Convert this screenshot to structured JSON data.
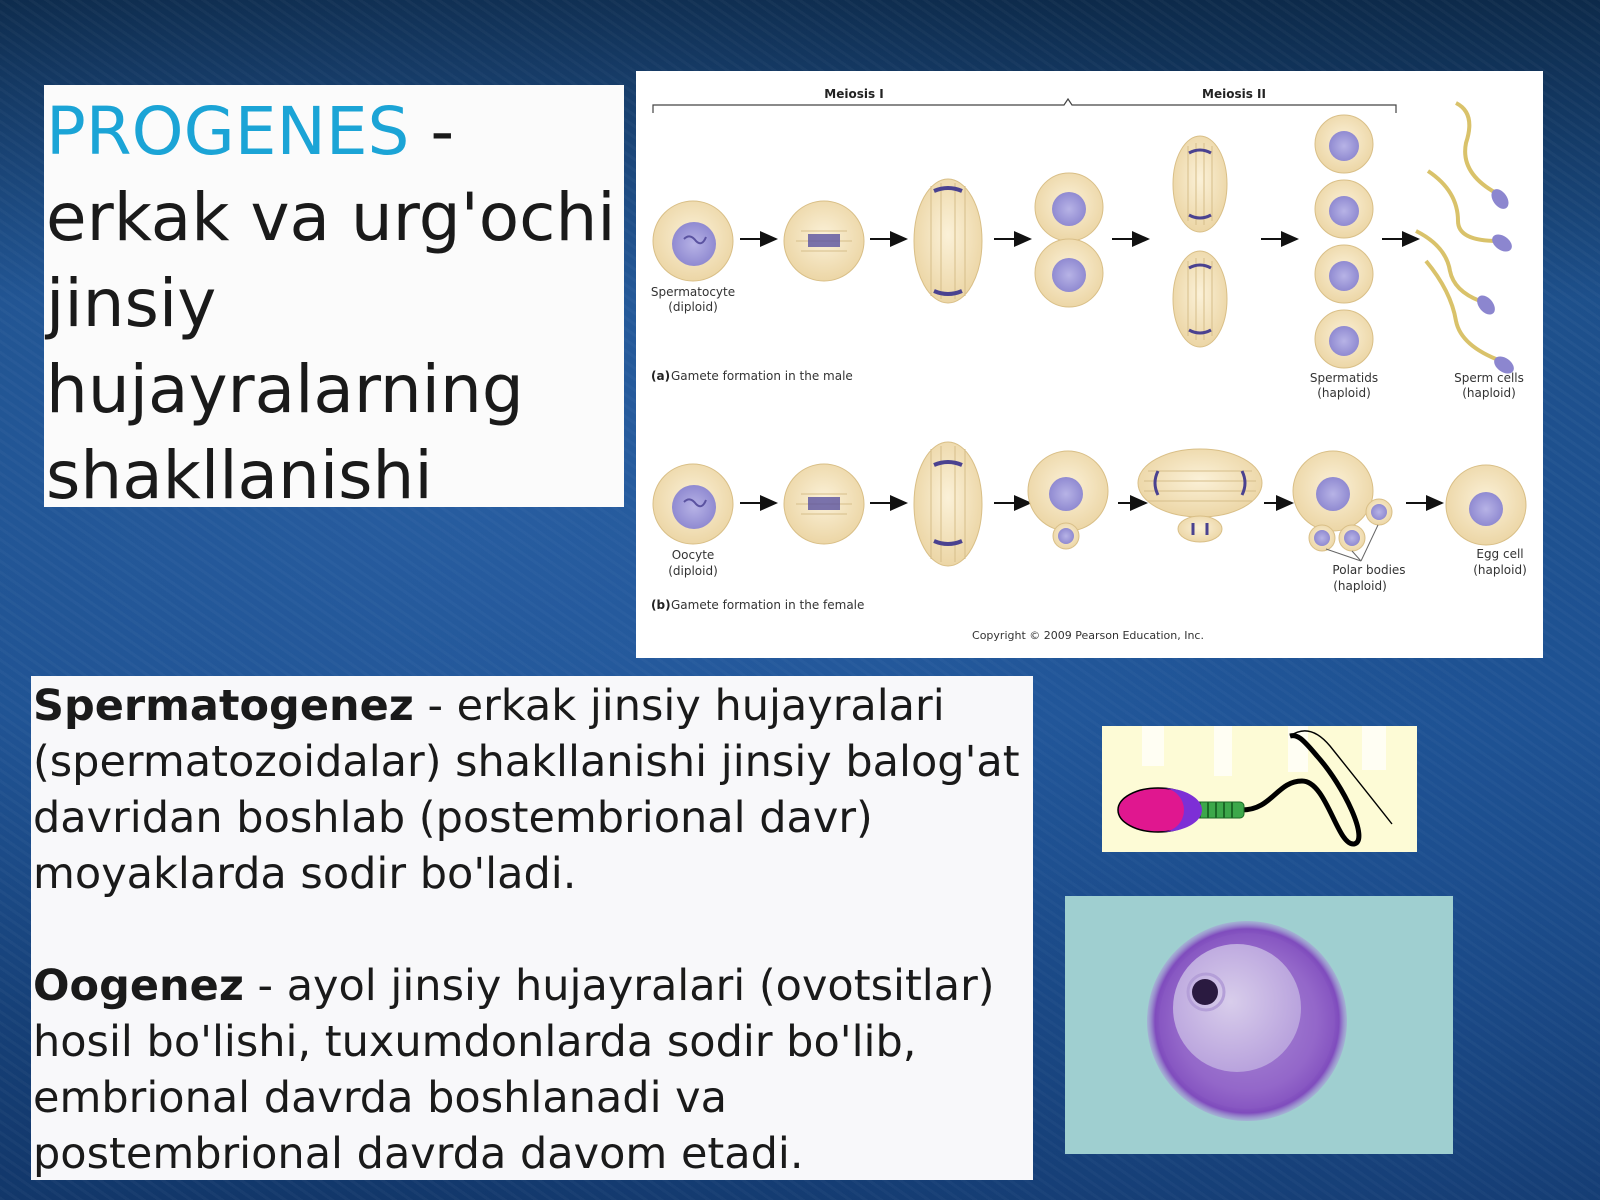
{
  "title": {
    "accent": "PROGENES",
    "dash": " -",
    "lines": [
      "erkak va urg'ochi",
      "jinsiy",
      "hujayralarning",
      "shakllanishi"
    ]
  },
  "diagram": {
    "meiosis1": "Meiosis I",
    "meiosis2": "Meiosis II",
    "spermatocyte": "Spermatocyte",
    "diploid": "(diploid)",
    "male_caption_letter": "(a)",
    "male_caption": "Gamete formation in the male",
    "spermatids": "Spermatids",
    "sperm_cells": "Sperm cells",
    "haploid": "(haploid)",
    "oocyte": "Oocyte",
    "polar_bodies": "Polar bodies",
    "egg_cell": "Egg cell",
    "female_caption_letter": "(b)",
    "female_caption": "Gamete formation in the female",
    "copyright": "Copyright © 2009 Pearson Education, Inc."
  },
  "body": {
    "p1_bold": "Spermatogenez",
    "p1_lines": [
      " - erkak jinsiy hujayralari",
      "(spermatozoidalar) shakllanishi jinsiy balog'at",
      "davridan boshlab (postembrional davr)",
      "moyaklarda sodir bo'ladi."
    ],
    "p2_bold": "Oogenez",
    "p2_lines": [
      " - ayol jinsiy hujayralari (ovotsitlar)",
      "hosil bo'lishi, tuxumdonlarda sodir bo'lib,",
      "embrional davrda boshlanadi va",
      "postembrional davrda davom etadi."
    ]
  },
  "colors": {
    "accent": "#1ba4d6",
    "cell_fill": "#f6e6c2",
    "nucleus": "#9f9ad8",
    "chromosome": "#4a4290",
    "sperm_head": "#e0178f",
    "sperm_acrosome": "#7d2fd6",
    "sperm_midpiece": "#3da84a"
  }
}
